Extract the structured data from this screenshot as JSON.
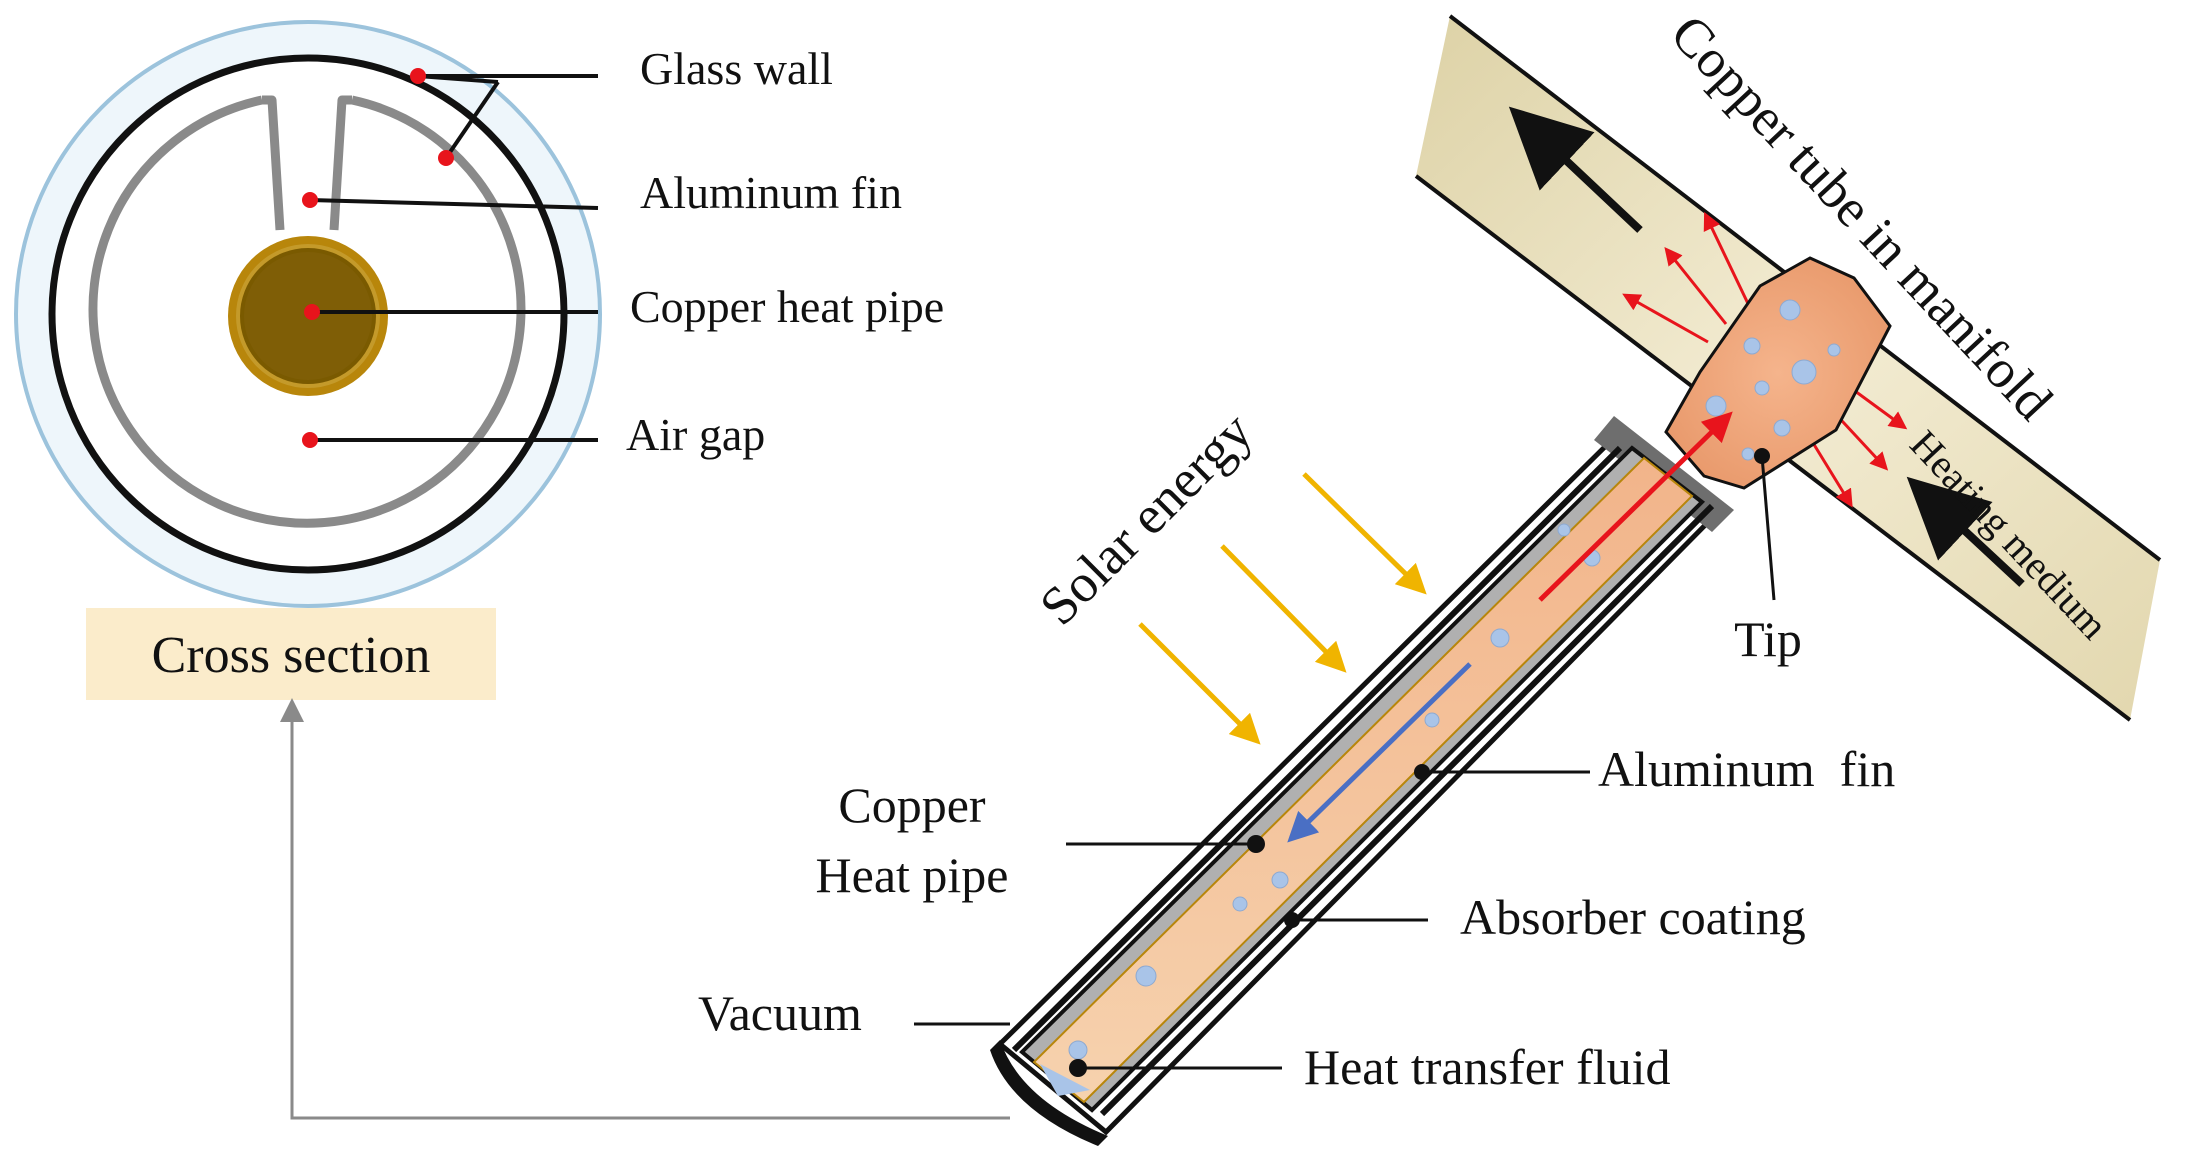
{
  "cross_section": {
    "labels": {
      "glass_wall": "Glass wall",
      "aluminum_fin": "Aluminum fin",
      "copper_heat_pipe": "Copper heat pipe",
      "air_gap": "Air gap"
    },
    "caption": "Cross section"
  },
  "tube": {
    "labels": {
      "solar_energy": "Solar energy",
      "copper_tube_in_manifold": "Copper tube in manifold",
      "heating_medium": "Heating medium",
      "tip": "Tip",
      "aluminum_fin": "Aluminum  fin",
      "copper_heat_pipe_line1": "Copper",
      "copper_heat_pipe_line2": "Heat pipe",
      "absorber_coating": "Absorber coating",
      "vacuum": "Vacuum",
      "heat_transfer_fluid": "Heat transfer fluid"
    }
  },
  "colors": {
    "glass_outer": "#9cc3dc",
    "glass_fill": "#eef6fb",
    "aluminum": "#8a8a8a",
    "copper_core": "#7a5a00",
    "copper_ring": "#b8860b",
    "dot": "#e8141c",
    "caption_bg": "#fbeccb",
    "solar_arrow": "#f0b400",
    "heat_arrow": "#e8141c",
    "flow_arrow": "#4a6fc4",
    "bubble": "#a9c4e8",
    "manifold": "#ede3bf",
    "fluid": "#f6c9a2"
  }
}
